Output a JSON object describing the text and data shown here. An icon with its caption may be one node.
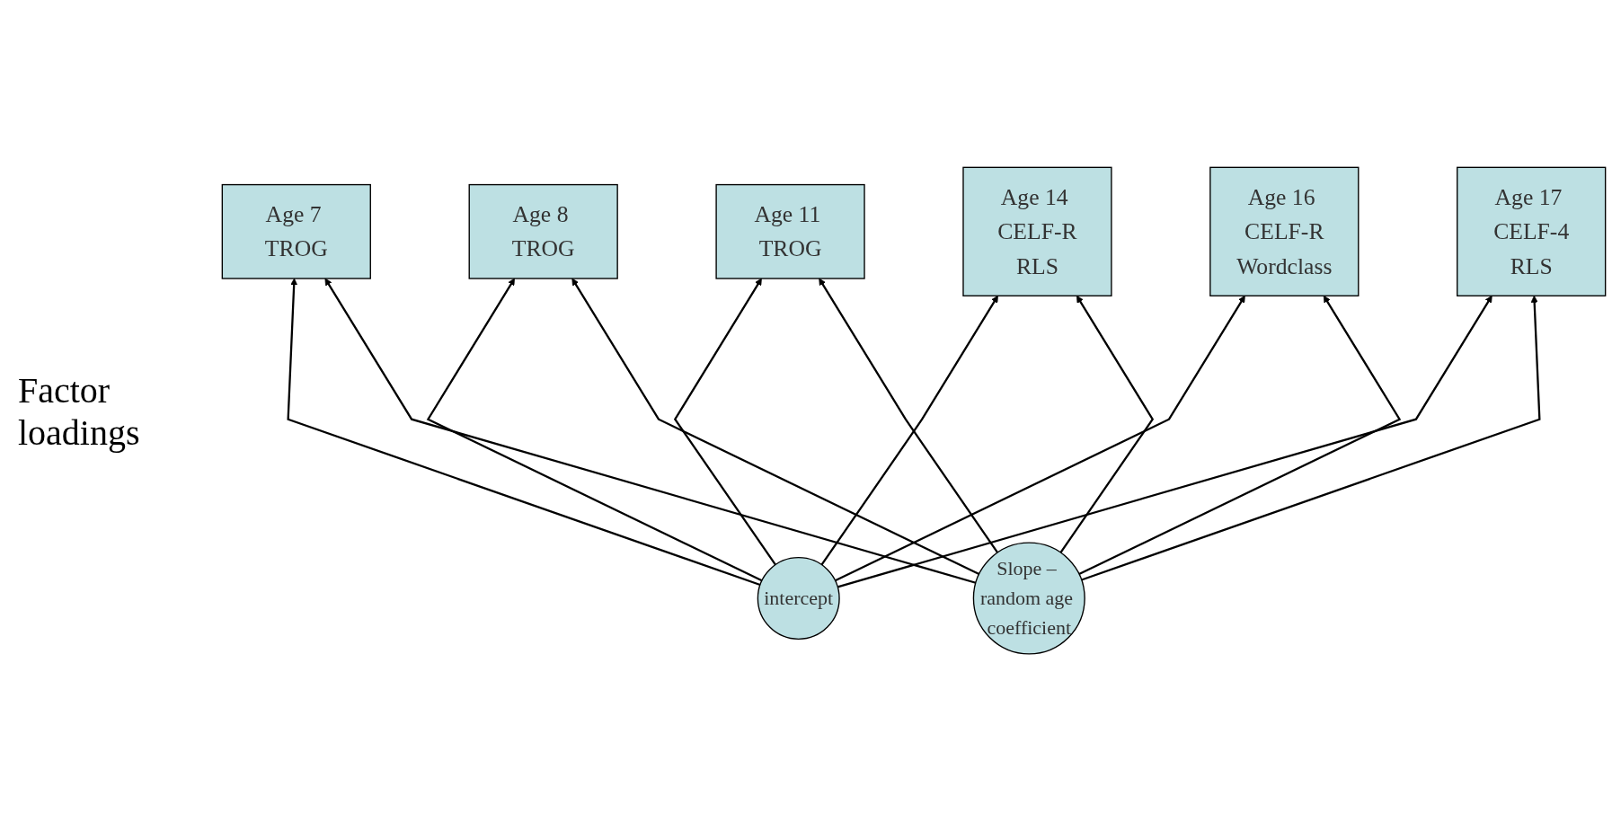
{
  "diagram": {
    "nodes": [
      {
        "text": [
          "Age 7 TROG"
        ]
      },
      {
        "text": [
          "Age 8 TROG"
        ]
      },
      {
        "text": [
          "Age 11 TROG"
        ]
      },
      {
        "text": [
          "Age 14 CELF-R",
          "RLS"
        ]
      },
      {
        "text": [
          "Age 16 CELF-R",
          "Wordclass"
        ]
      },
      {
        "text": [
          "Age 17 CELF-4",
          "RLS"
        ]
      },
      {
        "text": [
          "intercept"
        ]
      },
      {
        "text": [
          "Slope – random age coefficient"
        ]
      }
    ],
    "edges": [
      {
        "from": 6,
        "to": 0,
        "arrow": "to"
      },
      {
        "from": 6,
        "to": 1,
        "arrow": "to"
      },
      {
        "from": 6,
        "to": 2,
        "arrow": "to"
      },
      {
        "from": 6,
        "to": 3,
        "arrow": "to"
      },
      {
        "from": 6,
        "to": 4,
        "arrow": "to"
      },
      {
        "from": 6,
        "to": 5,
        "arrow": "to"
      },
      {
        "from": 7,
        "to": 0,
        "arrow": "to"
      },
      {
        "from": 7,
        "to": 1,
        "arrow": "to"
      },
      {
        "from": 7,
        "to": 2,
        "arrow": "to"
      },
      {
        "from": 7,
        "to": 3,
        "arrow": "to"
      },
      {
        "from": 7,
        "to": 4,
        "arrow": "to"
      },
      {
        "from": 7,
        "to": 5,
        "arrow": "to"
      }
    ],
    "labels": [
      "Factor loadings"
    ]
  }
}
